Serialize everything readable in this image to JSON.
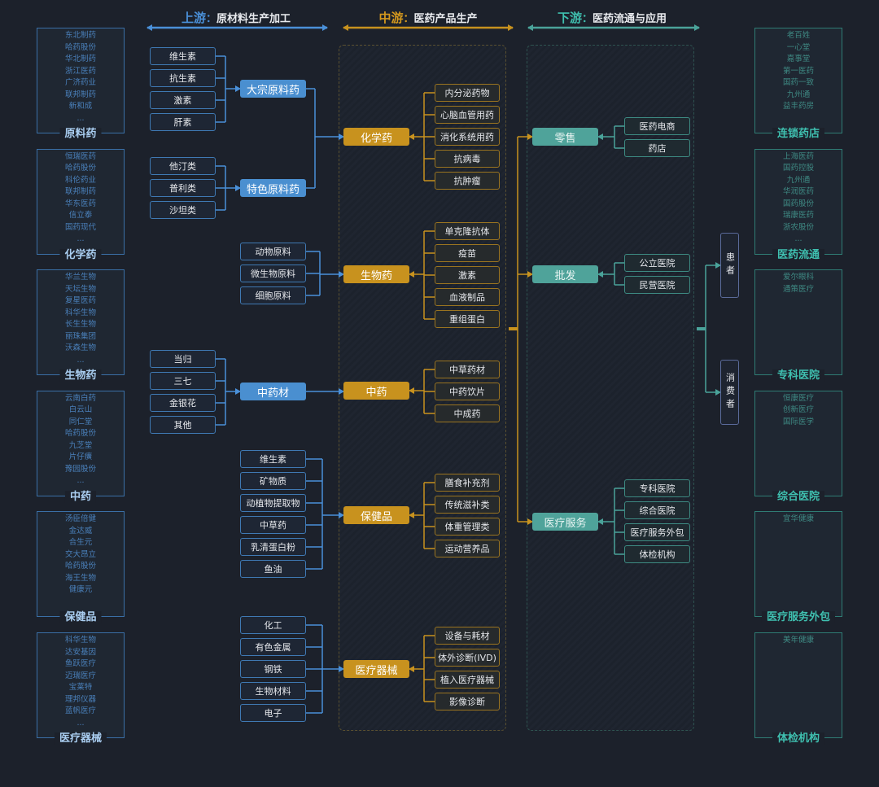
{
  "header": {
    "upstream": {
      "label": "上游",
      "sep": "：",
      "desc": "原材料生产加工",
      "color": "#4a90d9"
    },
    "midstream": {
      "label": "中游",
      "sep": "：",
      "desc": "医药产品生产",
      "color": "#d4981e"
    },
    "downstream": {
      "label": "下游",
      "sep": "：",
      "desc": "医药流通与应用",
      "color": "#3fbfae"
    }
  },
  "left_panels": [
    {
      "title": "原料药",
      "companies": [
        "东北制药",
        "哈药股份",
        "华北制药",
        "浙江医药",
        "广济药业",
        "联邦制药",
        "新和成",
        "..."
      ]
    },
    {
      "title": "化学药",
      "companies": [
        "恒瑞医药",
        "哈药股份",
        "科伦药业",
        "联邦制药",
        "华东医药",
        "信立泰",
        "国药现代",
        "..."
      ]
    },
    {
      "title": "生物药",
      "companies": [
        "华兰生物",
        "天坛生物",
        "复星医药",
        "科华生物",
        "长生生物",
        "丽珠集团",
        "沃森生物",
        "..."
      ]
    },
    {
      "title": "中药",
      "companies": [
        "云南白药",
        "白云山",
        "同仁堂",
        "哈药股份",
        "九芝堂",
        "片仔癀",
        "豫园股份",
        "..."
      ]
    },
    {
      "title": "保健品",
      "companies": [
        "汤臣倍健",
        "金达威",
        "合生元",
        "交大昂立",
        "哈药股份",
        "海王生物",
        "健康元"
      ]
    },
    {
      "title": "医疗器械",
      "companies": [
        "科华生物",
        "达安基因",
        "鱼跃医疗",
        "迈瑞医疗",
        "宝莱特",
        "理邦仪器",
        "蓝帆医疗",
        "..."
      ]
    }
  ],
  "right_panels": [
    {
      "title": "连锁药店",
      "companies": [
        "老百姓",
        "一心堂",
        "嘉事堂",
        "第一医药",
        "国药一致",
        "九州通",
        "益丰药房"
      ]
    },
    {
      "title": "医药流通",
      "companies": [
        "上海医药",
        "国药控股",
        "九州通",
        "华润医药",
        "国药股份",
        "瑞康医药",
        "浙农股份",
        "..."
      ]
    },
    {
      "title": "专科医院",
      "companies": [
        "爱尔眼科",
        "通策医疗"
      ]
    },
    {
      "title": "综合医院",
      "companies": [
        "恒康医疗",
        "创新医疗",
        "国际医学"
      ]
    },
    {
      "title": "医疗服务外包",
      "companies": [
        "宜华健康"
      ]
    },
    {
      "title": "体检机构",
      "companies": [
        "美年健康"
      ]
    }
  ],
  "upstream": {
    "raw_groups": [
      {
        "items": [
          "维生素",
          "抗生素",
          "激素",
          "肝素"
        ],
        "target": "大宗原料药"
      },
      {
        "items": [
          "他汀类",
          "普利类",
          "沙坦类"
        ],
        "target": "特色原料药"
      },
      {
        "items": [
          "动物原料",
          "微生物原料",
          "细胞原料"
        ]
      },
      {
        "items": [
          "当归",
          "三七",
          "金银花",
          "其他"
        ],
        "target": "中药材"
      },
      {
        "items": [
          "维生素",
          "矿物质",
          "动植物提取物",
          "中草药",
          "乳清蛋白粉",
          "鱼油"
        ]
      },
      {
        "items": [
          "化工",
          "有色金属",
          "钢铁",
          "生物材料",
          "电子"
        ]
      }
    ]
  },
  "midstream": {
    "categories": [
      {
        "label": "化学药",
        "items": [
          "内分泌药物",
          "心脑血管用药",
          "消化系统用药",
          "抗病毒",
          "抗肿瘤"
        ]
      },
      {
        "label": "生物药",
        "items": [
          "单克隆抗体",
          "疫苗",
          "激素",
          "血液制品",
          "重组蛋白"
        ]
      },
      {
        "label": "中药",
        "items": [
          "中草药材",
          "中药饮片",
          "中成药"
        ]
      },
      {
        "label": "保健品",
        "items": [
          "膳食补充剂",
          "传统滋补类",
          "体重管理类",
          "运动营养品"
        ]
      },
      {
        "label": "医疗器械",
        "items": [
          "设备与耗材",
          "体外诊断(IVD)",
          "植入医疗器械",
          "影像诊断"
        ]
      }
    ]
  },
  "downstream": {
    "channels": [
      {
        "label": "零售",
        "items": [
          "医药电商",
          "药店"
        ]
      },
      {
        "label": "批发",
        "items": [
          "公立医院",
          "民营医院"
        ]
      },
      {
        "label": "医疗服务",
        "items": [
          "专科医院",
          "综合医院",
          "医疗服务外包",
          "体检机构"
        ]
      }
    ],
    "end_users": [
      {
        "label": "患者",
        "chars": [
          "患",
          "者"
        ]
      },
      {
        "label": "消费者",
        "chars": [
          "消",
          "费",
          "者"
        ]
      }
    ]
  }
}
